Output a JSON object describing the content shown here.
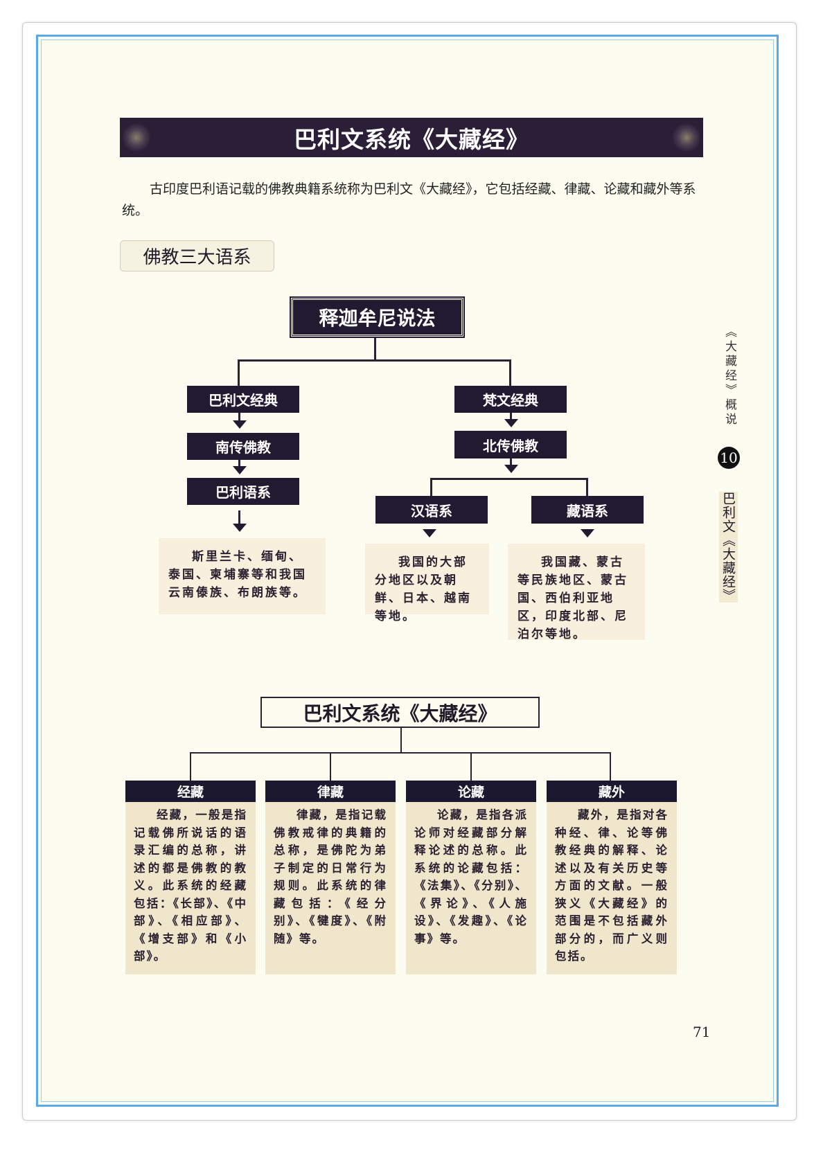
{
  "header": {
    "title": "巴利文系统《大藏经》"
  },
  "intro": "古印度巴利语记载的佛教典籍系统称为巴利文《大藏经》，它包括经藏、律藏、论藏和藏外等系统。",
  "section_label": "佛教三大语系",
  "tree1": {
    "root": "释迦牟尼说法",
    "left": [
      "巴利文经典",
      "南传佛教",
      "巴利语系"
    ],
    "right": [
      "梵文经典",
      "北传佛教"
    ],
    "branches": [
      "汉语系",
      "藏语系"
    ],
    "desc_pali": "斯里兰卡、缅甸、泰国、柬埔寨等和我国云南傣族、布朗族等。",
    "desc_han": "我国的大部分地区以及朝鲜、日本、越南等地。",
    "desc_tibet": "我国藏、蒙古等民族地区、蒙古国、西伯利亚地区，印度北部、尼泊尔等地。"
  },
  "tree2": {
    "root": "巴利文系统《大藏经》",
    "columns": [
      {
        "title": "经藏",
        "text": "经藏，一般是指记载佛所说话的语录汇编的总称，讲述的都是佛教的教义。此系统的经藏包括：《长部》、《中部》、《相应部》、《增支部》和《小部》。"
      },
      {
        "title": "律藏",
        "text": "律藏，是指记载佛教戒律的典籍的总称，是佛陀为弟子制定的日常行为规则。此系统的律藏包括：《经分别》、《犍度》、《附随》等。"
      },
      {
        "title": "论藏",
        "text": "论藏，是指各派论师对经藏部分解释论述的总称。此系统的论藏包括：《法集》、《分别》、《界论》、《人施设》、《发趣》、《论事》等。"
      },
      {
        "title": "藏外",
        "text": "藏外，是指对各种经、律、论等佛教经典的解释、论述以及有关历史等方面的文献。一般狭义《大藏经》的范围是不包括藏外部分的，而广义则包括。"
      }
    ]
  },
  "sidebar": {
    "book": "《大藏经》概说",
    "chapter": "10",
    "section": "巴利文《大藏经》"
  },
  "page_number": "71"
}
